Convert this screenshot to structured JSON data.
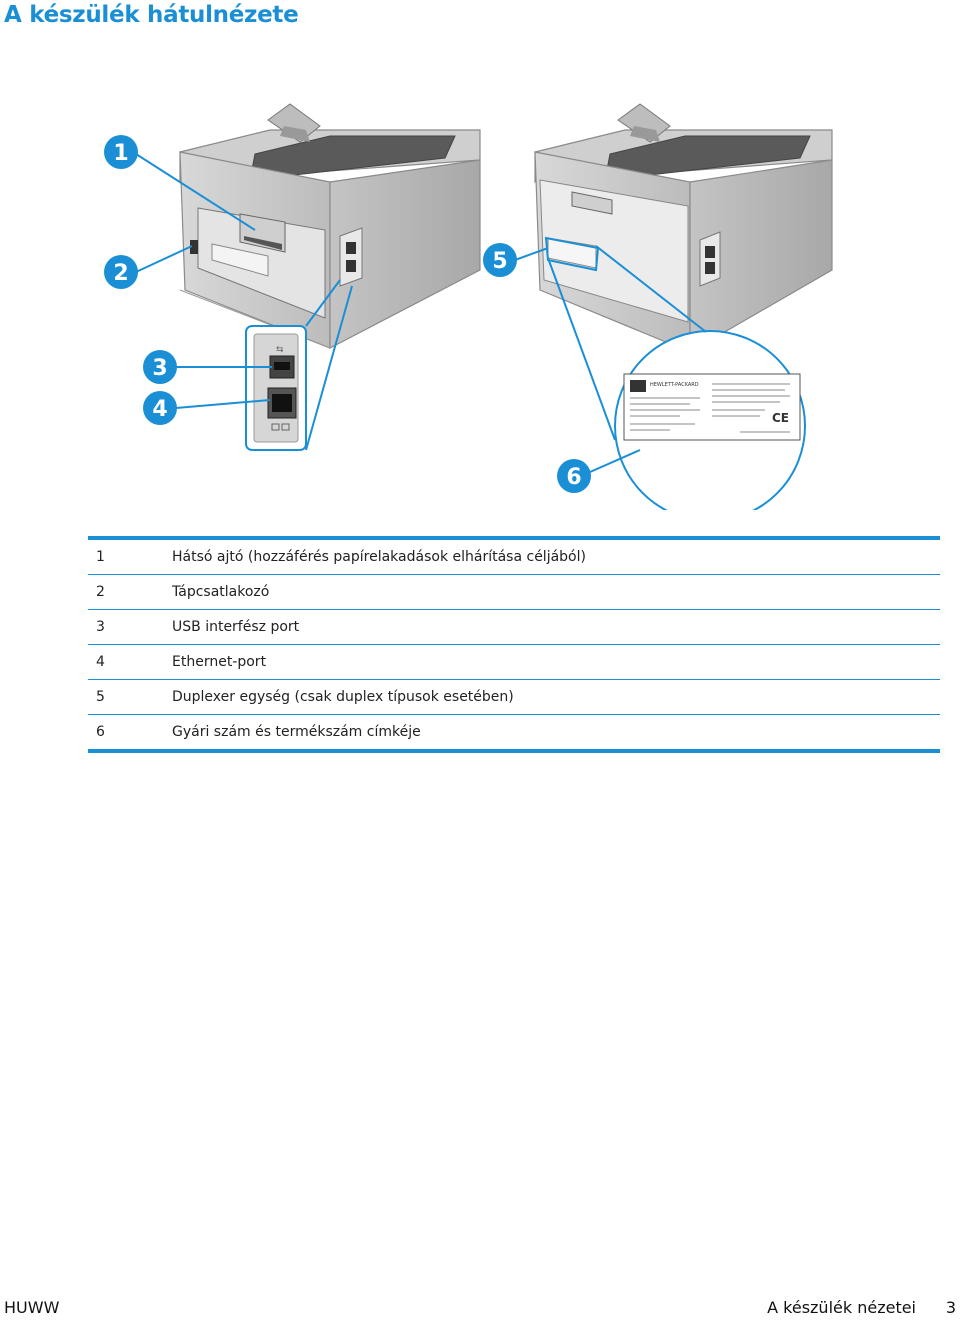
{
  "header": {
    "title": "A készülék hátulnézete"
  },
  "figure": {
    "callouts": [
      "1",
      "2",
      "3",
      "4",
      "5",
      "6"
    ],
    "label": {
      "brand": "HEWLETT-PACKARD",
      "ce_mark": "CE"
    }
  },
  "legend": {
    "rows": [
      {
        "num": "1",
        "text": "Hátsó ajtó (hozzáférés papírelakadások elhárítása céljából)"
      },
      {
        "num": "2",
        "text": "Tápcsatlakozó"
      },
      {
        "num": "3",
        "text": "USB interfész port"
      },
      {
        "num": "4",
        "text": "Ethernet-port"
      },
      {
        "num": "5",
        "text": "Duplexer egység (csak duplex típusok esetében)"
      },
      {
        "num": "6",
        "text": "Gyári szám és termékszám címkéje"
      }
    ]
  },
  "footer": {
    "left": "HUWW",
    "section": "A készülék nézetei",
    "page": "3"
  },
  "colors": {
    "accent": "#1a8fd6"
  }
}
